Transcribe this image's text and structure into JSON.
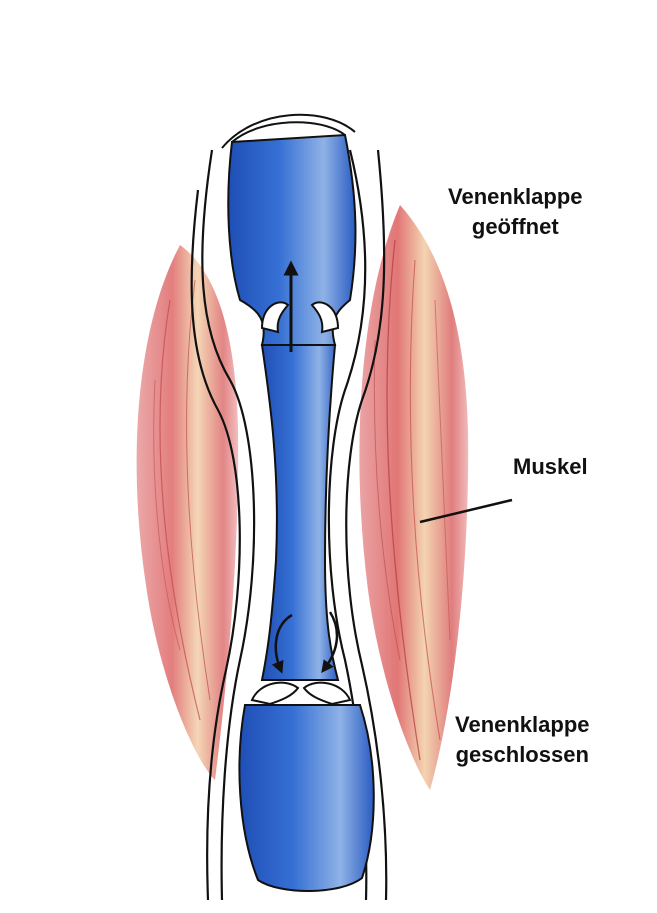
{
  "labels": {
    "valve_open": {
      "line1": "Venenklappe",
      "line2": "geöffnet"
    },
    "muscle": "Muskel",
    "valve_closed": {
      "line1": "Venenklappe",
      "line2": "geschlossen"
    }
  },
  "colors": {
    "vein_fill": "#2f63c6",
    "vein_dark": "#1e48a8",
    "muscle_fill": "#e06a6a",
    "muscle_highlight": "#f3d2a6",
    "outline": "#111111",
    "background": "#ffffff"
  }
}
